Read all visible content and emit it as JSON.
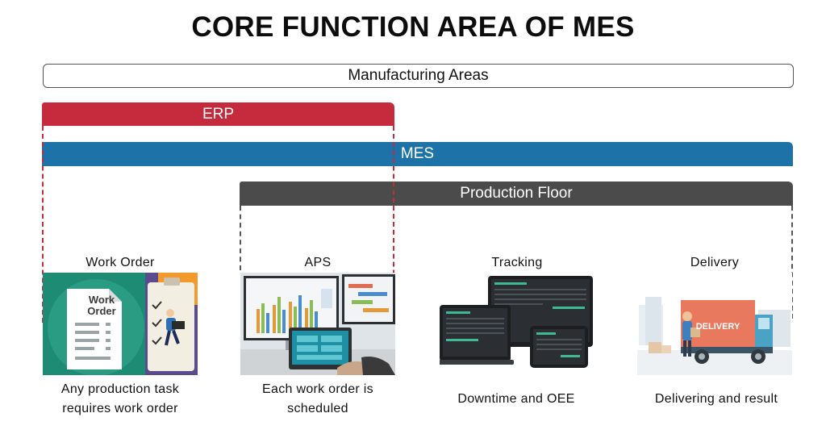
{
  "title": "CORE FUNCTION AREA OF MES",
  "bars": {
    "manufacturing": "Manufacturing Areas",
    "erp": "ERP",
    "mes": "MES",
    "floor": "Production Floor"
  },
  "colors": {
    "erp": "#c52b3c",
    "mes": "#1d72a8",
    "floor": "#4b4b4b"
  },
  "modules": [
    {
      "label": "Work Order",
      "caption": [
        "Any production task",
        "requires work order"
      ],
      "icon": "work-order-illustration",
      "badge": [
        "Work",
        "Order"
      ]
    },
    {
      "label": "APS",
      "caption": [
        "Each work order is",
        "scheduled"
      ],
      "icon": "monitors-schedule-photo"
    },
    {
      "label": "Tracking",
      "caption": [
        "Downtime and OEE"
      ],
      "icon": "devices-dashboard-photo"
    },
    {
      "label": "Delivery",
      "caption": [
        "Delivering and result"
      ],
      "icon": "delivery-truck-illustration",
      "badge": [
        "DELIVERY"
      ]
    }
  ]
}
